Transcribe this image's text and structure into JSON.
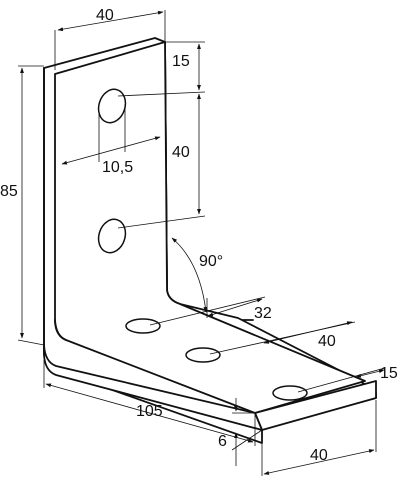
{
  "dimensions": {
    "top_width": "40",
    "top_margin": "15",
    "hole_spacing_vertical": "40",
    "hole_diameter": "10,5",
    "height": "85",
    "angle": "90°",
    "base_spacing_first": "32",
    "base_spacing_second": "40",
    "base_edge": "15",
    "length": "105",
    "thickness": "6",
    "bottom_width": "40"
  }
}
